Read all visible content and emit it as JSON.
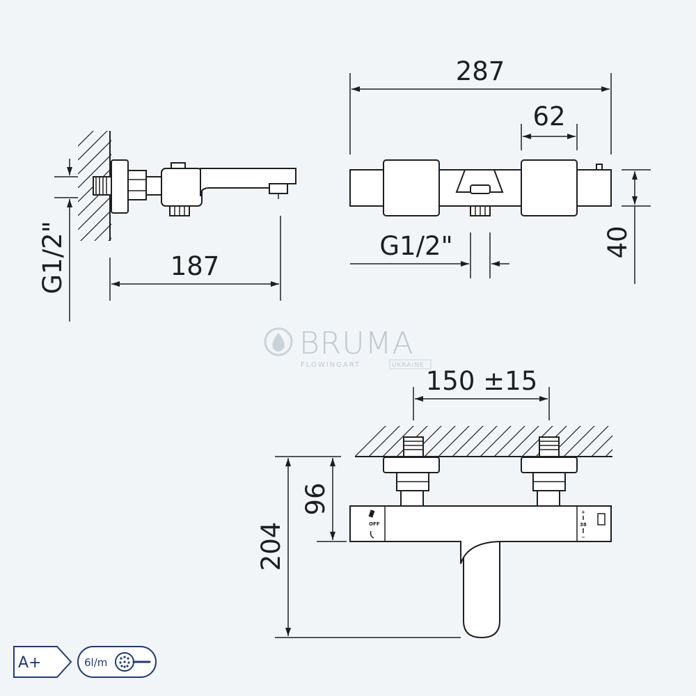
{
  "side_view": {
    "dim_length": "187",
    "dim_thread": "G1/2\""
  },
  "top_view": {
    "dim_total": "287",
    "dim_handle": "62",
    "dim_height": "40",
    "dim_thread": "G1/2\""
  },
  "front_view": {
    "dim_spacing": "150 ±15",
    "dim_depth": "96",
    "dim_total_depth": "204",
    "label_off": "OFF",
    "label_temp": "38"
  },
  "watermark": {
    "brand": "BRUMA",
    "sub_left": "FLOWINGART",
    "sub_right": "UKRAINE"
  },
  "badges": {
    "energy_class": "A+",
    "flow_rate": "6l/m"
  },
  "colors": {
    "background": "#f2f5f8",
    "line": "#1e1e1e",
    "watermark": "#bfc8cf",
    "badge": "#223a6e"
  }
}
